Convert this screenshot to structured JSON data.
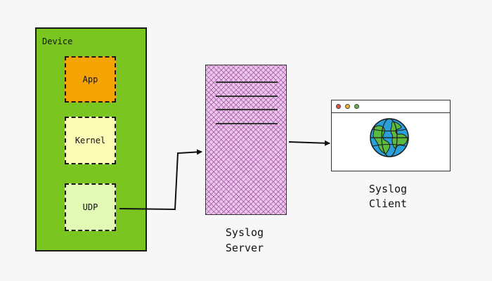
{
  "device": {
    "title": "Device",
    "layers": [
      "App",
      "Kernel",
      "UDP"
    ]
  },
  "server": {
    "line1": "Syslog",
    "line2": "Server"
  },
  "client": {
    "line1": "Syslog",
    "line2": "Client",
    "window_dots": [
      "#e8514b",
      "#f2b63a",
      "#5ab94a"
    ]
  },
  "icons": {
    "client_center": "globe-icon"
  },
  "colors": {
    "device_bg": "#7ac520",
    "app_bg": "#f5a405",
    "kernel_bg": "#fdfcb6",
    "udp_bg": "#e2f9b6",
    "server_bg": "#e9c8ea"
  }
}
